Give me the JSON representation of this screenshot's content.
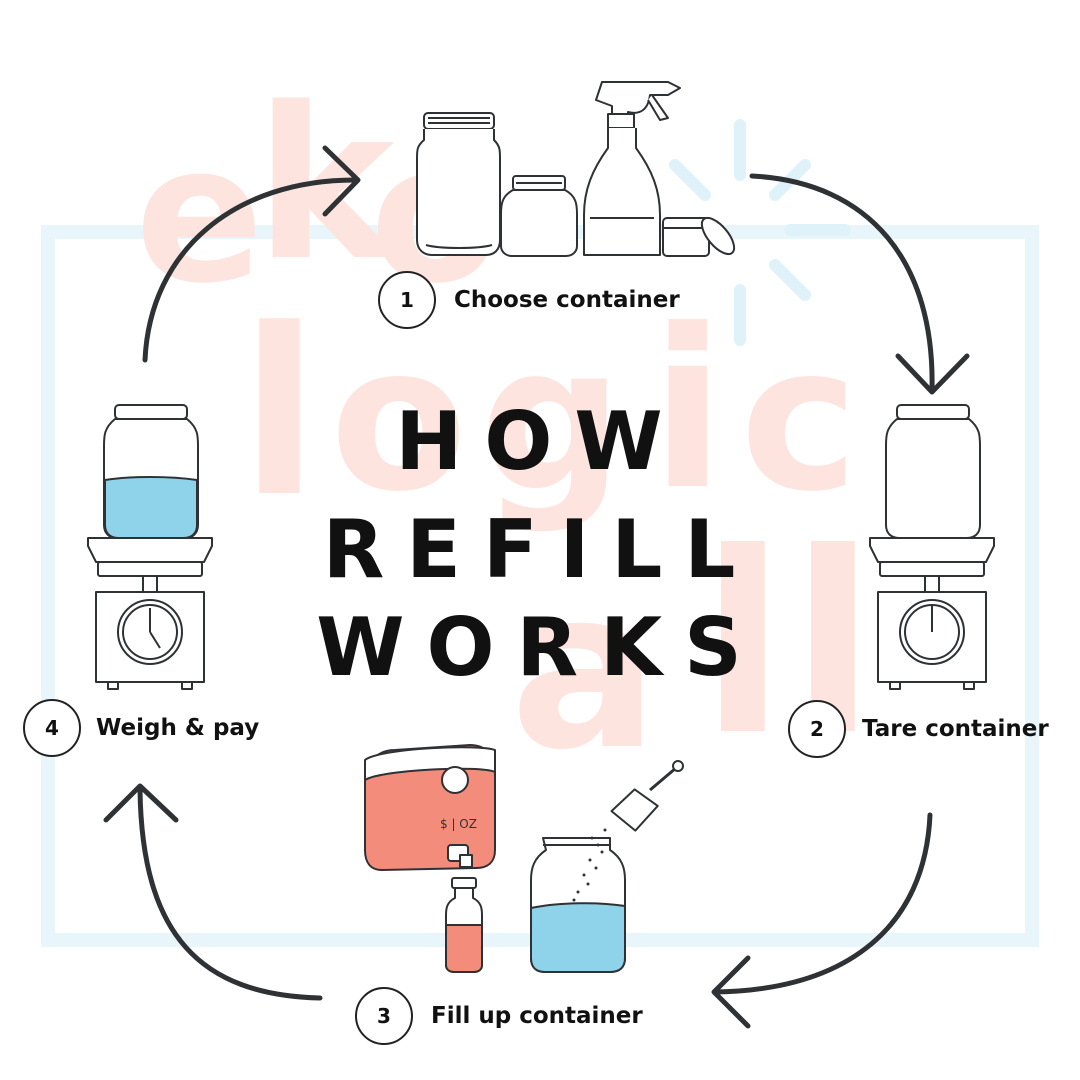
{
  "title": [
    "HOW",
    "REFILL",
    "WORKS"
  ],
  "watermark": {
    "text": "ekologicall",
    "color": "#fde4df",
    "frame_color": "#e8f6fc"
  },
  "steps": [
    {
      "number": "1",
      "label": "Choose container"
    },
    {
      "number": "2",
      "label": "Tare container"
    },
    {
      "number": "3",
      "label": "Fill up container"
    },
    {
      "number": "4",
      "label": "Weigh & pay"
    }
  ],
  "dispenser": {
    "price_label": "$ | OZ"
  },
  "colors": {
    "ink": "#2f3235",
    "liquid_blue": "#8fd3ea",
    "liquid_red": "#f48c7c"
  }
}
